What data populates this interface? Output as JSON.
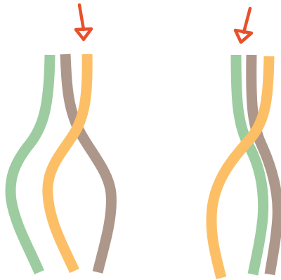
{
  "colors": {
    "green": "#9ccc9f",
    "brown": "#ad978a",
    "orange": "#fdbf66",
    "arrow": "#e8502a",
    "background": "#ffffff"
  },
  "diagrams": [
    {
      "name": "left-braid",
      "strands": [
        "green",
        "brown",
        "orange"
      ],
      "arrow_marker": "arrow-icon"
    },
    {
      "name": "right-braid",
      "strands": [
        "green",
        "brown",
        "orange"
      ],
      "arrow_marker": "arrow-icon"
    }
  ]
}
